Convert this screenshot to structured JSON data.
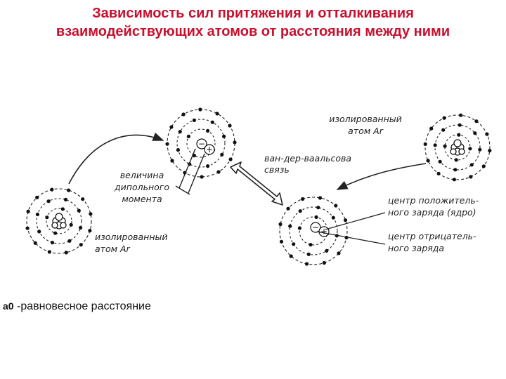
{
  "title": {
    "line1": "Зависимость  сил притяжения и отталкивания",
    "line2": "взаимодействующих атомов от расстояния между ними"
  },
  "labels": {
    "isolated_atom_left_l1": "изолированный",
    "isolated_atom_left_l2": "атом Ar",
    "isolated_atom_right_l1": "изолированный",
    "isolated_atom_right_l2": "атом Ar",
    "dipole_l1": "величина",
    "dipole_l2": "дипольного",
    "dipole_l3": "момента",
    "vdw_l1": "ван-дер-ваальсова",
    "vdw_l2": "связь",
    "pos_center_l1": "центр положитель-",
    "pos_center_l2": "ного заряда (ядро)",
    "neg_center_l1": "центр отрицатель-",
    "neg_center_l2": "ного заряда",
    "minus": "−",
    "plus": "+"
  },
  "caption": {
    "symbol": "a0",
    "text": " -равновесное расстояние"
  }
}
